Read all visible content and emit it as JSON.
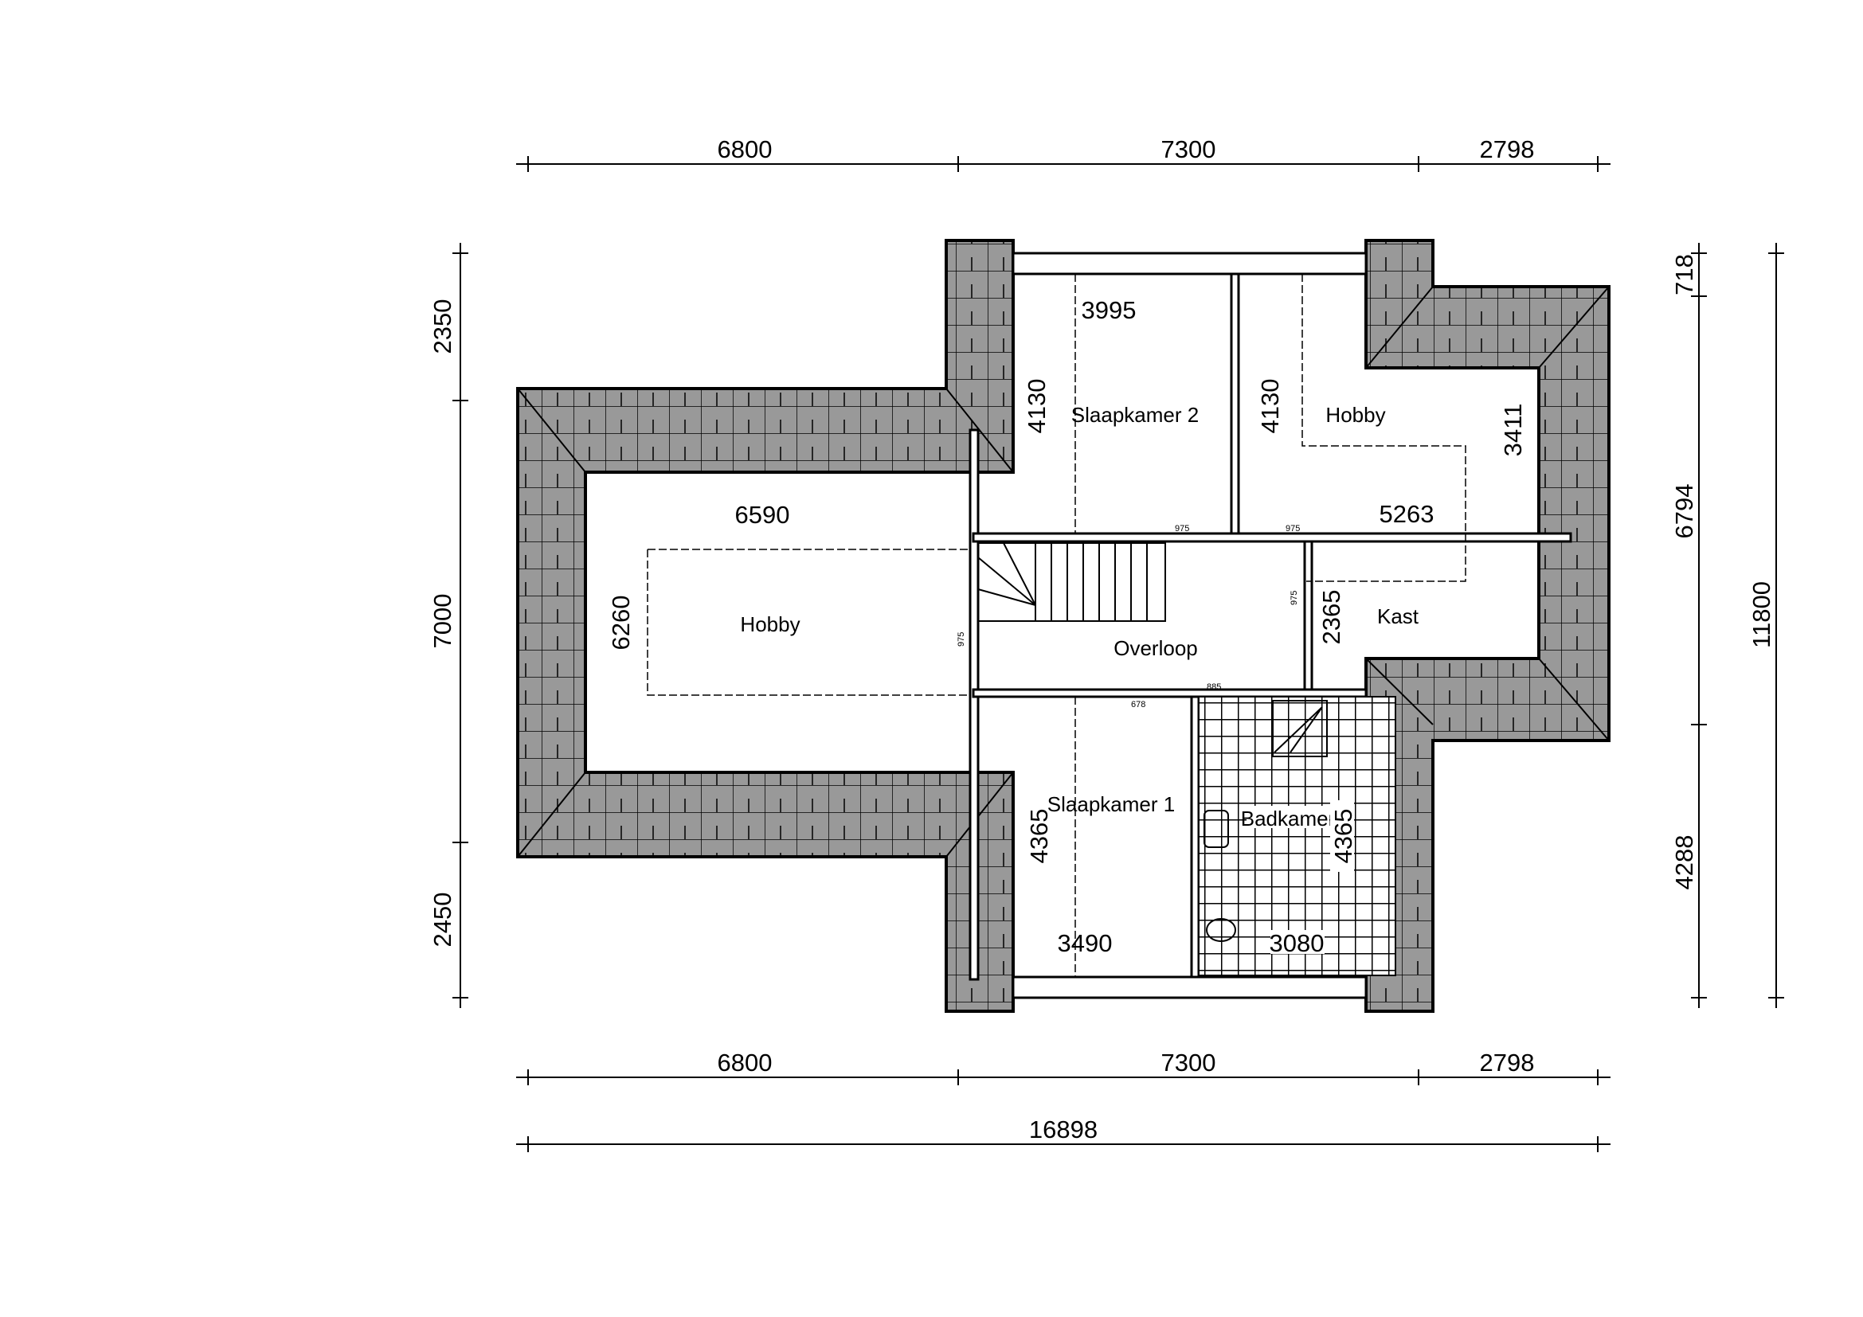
{
  "dimensions": {
    "top": [
      "6800",
      "7300",
      "2798"
    ],
    "bottom": [
      "6800",
      "7300",
      "2798"
    ],
    "overall_width": "16898",
    "left": [
      "2350",
      "7000",
      "2450"
    ],
    "right": [
      "718",
      "6794",
      "4288"
    ],
    "overall_height": "11800"
  },
  "rooms": {
    "hobby_left": {
      "name": "Hobby",
      "width": "6590",
      "depth": "6260"
    },
    "slaapkamer_2": {
      "name": "Slaapkamer 2",
      "width": "3995",
      "depth": "4130"
    },
    "hobby_right": {
      "name": "Hobby",
      "width": "5263",
      "depth_left": "4130",
      "depth_right": "3411"
    },
    "kast": {
      "name": "Kast",
      "depth": "2365"
    },
    "overloop": {
      "name": "Overloop"
    },
    "slaapkamer_1": {
      "name": "Slaapkamer 1",
      "width": "3490",
      "depth": "4365"
    },
    "badkamer": {
      "name": "Badkamer",
      "width": "3080",
      "depth": "4365"
    }
  },
  "doors": [
    "975",
    "975",
    "975",
    "975",
    "678",
    "885"
  ],
  "colors": {
    "roof": "#999999",
    "line": "#000000"
  }
}
